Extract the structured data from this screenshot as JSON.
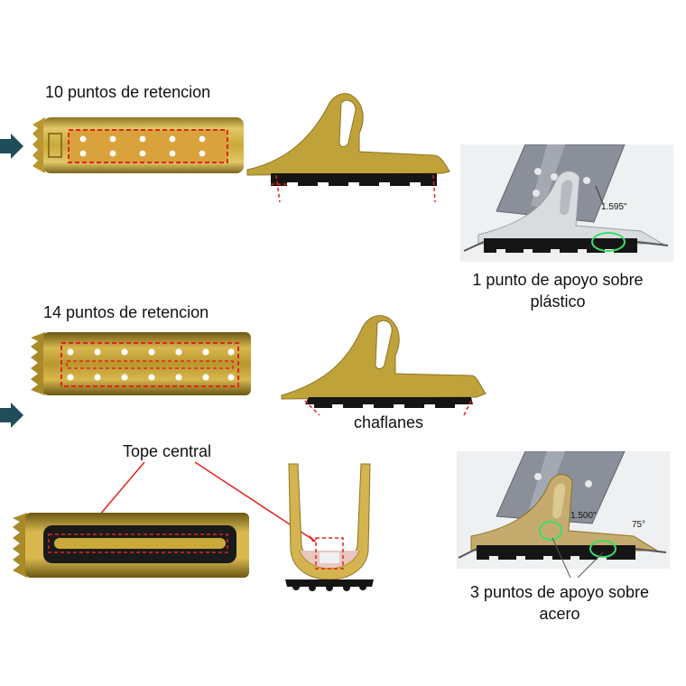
{
  "colors": {
    "gold": "#c9a93a",
    "gold_dark": "#8c7420",
    "gold_light": "#e8d27a",
    "rubber": "#151515",
    "red_dash": "#e3241b",
    "green_circle": "#3ddc6a",
    "arrow_teal": "#1f4e5a",
    "steel": "#8a8f99"
  },
  "row1": {
    "title": "10 puntos de retencion",
    "render_caption_line1": "1 punto de apoyo sobre",
    "render_caption_line2": "plástico",
    "dimension": "1.595\""
  },
  "row2": {
    "title": "14 puntos de retencion",
    "bevel_label": "chaflanes"
  },
  "row3": {
    "stop_label": "Tope central",
    "render_caption_line1": "3 puntos de apoyo sobre",
    "render_caption_line2": "acero",
    "dimension": "1.500\"",
    "angle": "75°"
  }
}
